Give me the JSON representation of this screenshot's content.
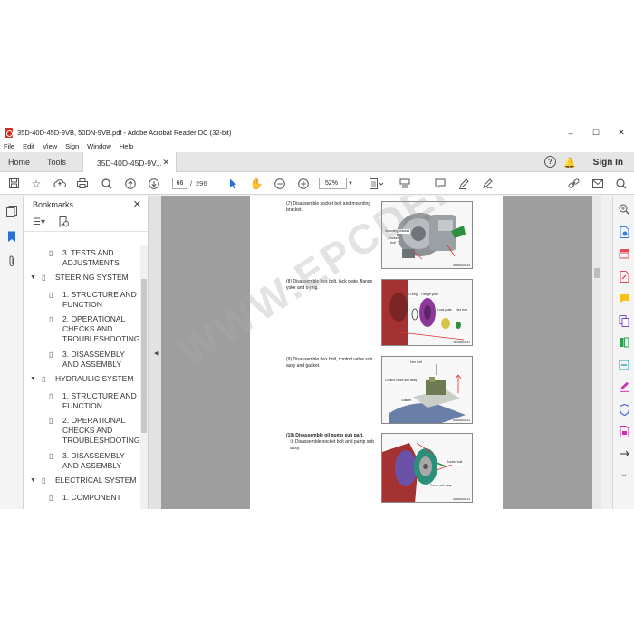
{
  "window": {
    "title": "35D-40D-45D-9VB, 50DN-9VB.pdf - Adobe Acrobat Reader DC (32-bit)",
    "controls": [
      "–",
      "☐",
      "✕"
    ]
  },
  "menu": [
    "File",
    "Edit",
    "View",
    "Sign",
    "Window",
    "Help"
  ],
  "tabs": {
    "home": "Home",
    "tools": "Tools",
    "document": "35D-40D-45D-9V...",
    "close": "✕",
    "sign_in": "Sign In",
    "help": "?"
  },
  "toolbar": {
    "current_page": "66",
    "page_separator": "/",
    "total_pages": "296",
    "zoom": "52%"
  },
  "bookmarks": {
    "title": "Bookmarks",
    "items": [
      {
        "level": 2,
        "lines": [
          "3. TESTS AND",
          "ADJUSTMENTS"
        ]
      },
      {
        "level": 1,
        "lines": [
          "STEERING SYSTEM"
        ]
      },
      {
        "level": 2,
        "lines": [
          "1. STRUCTURE AND",
          "FUNCTION"
        ]
      },
      {
        "level": 2,
        "lines": [
          "2. OPERATIONAL",
          "CHECKS AND",
          "TROUBLESHOOTING"
        ]
      },
      {
        "level": 2,
        "lines": [
          "3. DISASSEMBLY",
          "AND ASSEMBLY"
        ]
      },
      {
        "level": 1,
        "lines": [
          "HYDRAULIC SYSTEM"
        ]
      },
      {
        "level": 2,
        "lines": [
          "1. STRUCTURE AND",
          "FUNCTION"
        ]
      },
      {
        "level": 2,
        "lines": [
          "2. OPERATIONAL",
          "CHECKS AND",
          "TROUBLESHOOTING"
        ]
      },
      {
        "level": 2,
        "lines": [
          "3. DISASSEMBLY",
          "AND ASSEMBLY"
        ]
      },
      {
        "level": 1,
        "lines": [
          "ELECTRICAL SYSTEM"
        ]
      },
      {
        "level": 2,
        "lines": [
          "1. COMPONENT"
        ]
      }
    ]
  },
  "document": {
    "steps": [
      {
        "lines": [
          "(7) Disassemble socket bolt and mounting",
          "bracket."
        ],
        "bold": false
      },
      {
        "lines": [
          "(8) Disassemble hex bolt, lock plate, flange",
          "yoke and o-ring."
        ],
        "bold": false
      },
      {
        "lines": [
          "(9) Disassemble hex bolt, control valve sub",
          "assy and gasket."
        ],
        "bold": false
      },
      {
        "lines": [
          "(10) Disassemble oil pump sub part."
        ],
        "bold": true
      },
      {
        "lines": [
          "① Disassemble socket bolt and pump sub",
          "assy."
        ],
        "bold": false
      }
    ],
    "figures": [
      {
        "labels": [
          "Mounting bracket",
          "Socket",
          "bolt"
        ],
        "code": "3D9WE09A10"
      },
      {
        "labels": [
          "O-ring",
          "Flange yoke",
          "Lock plate",
          "Hex bolt"
        ],
        "code": "3D9WE09A11"
      },
      {
        "labels": [
          "Hex bolt",
          "Control valve sub assy",
          "Gasket"
        ],
        "code": "3D9WE09A12"
      },
      {
        "labels": [
          "Socket bolt",
          "Pump sub assy"
        ],
        "code": "3D9WE09A13"
      }
    ],
    "watermark": "WWW.EPCDEPO.COM"
  }
}
